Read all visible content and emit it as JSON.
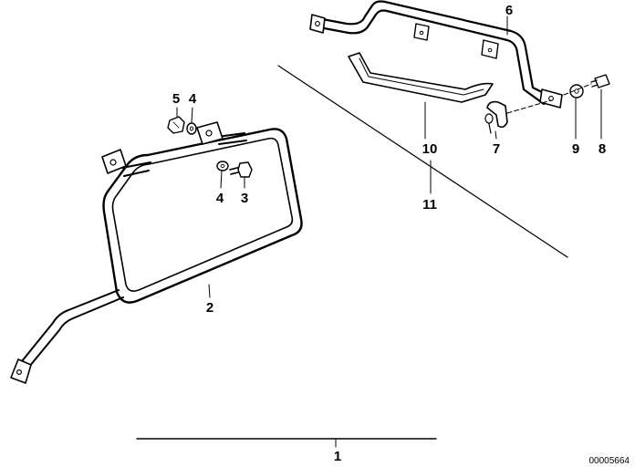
{
  "callouts": {
    "c1": "1",
    "c2": "2",
    "c3": "3",
    "c4a": "4",
    "c4b": "4",
    "c5": "5",
    "c6": "6",
    "c7": "7",
    "c8": "8",
    "c9": "9",
    "c10": "10",
    "c11": "11"
  },
  "document_number": "00005664",
  "colors": {
    "ink": "#000000",
    "paper": "#ffffff"
  }
}
